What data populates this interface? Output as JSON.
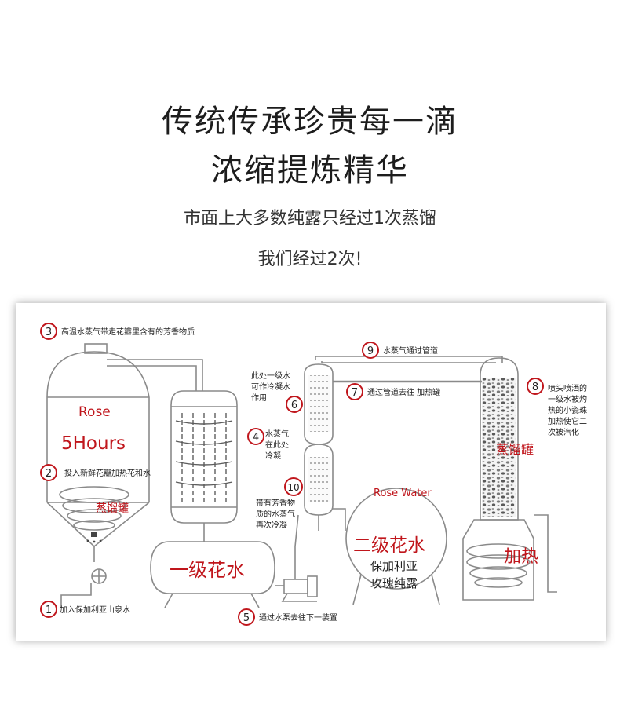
{
  "header": {
    "title_line1": "传统传承珍贵每一滴",
    "title_line2": "浓缩提炼精华",
    "subtitle_line1": "市面上大多数纯露只经过1次蒸馏",
    "subtitle_line2": "我们经过2次!"
  },
  "diagram": {
    "steps": [
      {
        "num": "1",
        "text": "加入保加利亚山泉水"
      },
      {
        "num": "2",
        "text": "投入新鲜花瓣加热花和水"
      },
      {
        "num": "3",
        "text": "高温水蒸气带走花瓣里含有的芳香物质"
      },
      {
        "num": "4",
        "lines": [
          "水蒸气",
          "在此处",
          "冷凝"
        ]
      },
      {
        "num": "5",
        "text": "通过水泵去往下一装置"
      },
      {
        "num": "6",
        "lines": [
          "此处一级水",
          "可作冷凝水",
          "作用"
        ]
      },
      {
        "num": "7",
        "text": "通过管道去往 加热罐"
      },
      {
        "num": "8",
        "lines": [
          "喷头喷洒的",
          "一级水被灼",
          "热的小瓷珠",
          "加热使它二",
          "次被汽化"
        ]
      },
      {
        "num": "9",
        "text": "水蒸气通过管道"
      },
      {
        "num": "10",
        "lines": [
          "带有芳香物",
          "质的水蒸气",
          "再次冷凝"
        ]
      }
    ],
    "tank_labels": {
      "rose": "Rose",
      "hours": "5Hours",
      "distill_tank_left": "蒸馏罐",
      "first_water": "一级花水",
      "rose_water": "Rose Water",
      "second_water": "二级花水",
      "second_water_desc1": "保加利亚",
      "second_water_desc2": "玫瑰纯露",
      "distill_tank_right": "蒸馏罐",
      "heating": "加热"
    },
    "colors": {
      "accent_red": "#c0161c",
      "line": "#8a8a8a",
      "text": "#222222"
    }
  }
}
